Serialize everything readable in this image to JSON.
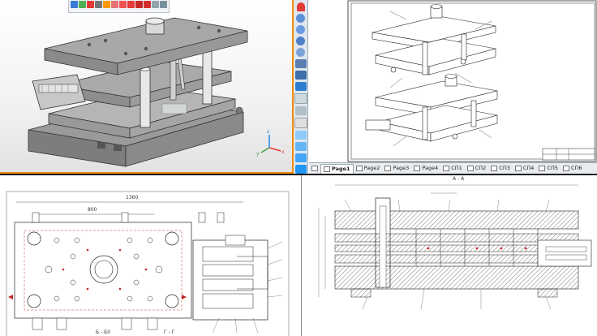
{
  "drawing_tabs": [
    "Page1",
    "Page2",
    "Page3",
    "Page4",
    "СП1",
    "СП2",
    "СП3",
    "СП4",
    "СП5",
    "СП6"
  ],
  "active_tab": "Page1",
  "view_labels": {
    "top_right_section": "А - А",
    "bottom_left_left": "Б - Б0",
    "bottom_left_right": "Г - Г"
  },
  "bottom_left_dims": {
    "overall": "1360",
    "inner": "800"
  },
  "accent_color": "#f08a00",
  "toolbar_icons": [
    "magnet-icon",
    "zoom-in-icon",
    "zoom-out-icon",
    "zoom-window-icon",
    "pan-icon",
    "rotate-icon",
    "view-cube-icon",
    "section-icon",
    "measure-icon",
    "print-icon",
    "settings-icon",
    "filter-icon",
    "render-icon",
    "layers-icon",
    "fit-icon",
    "shade-icon",
    "hide-icon",
    "export-icon"
  ]
}
